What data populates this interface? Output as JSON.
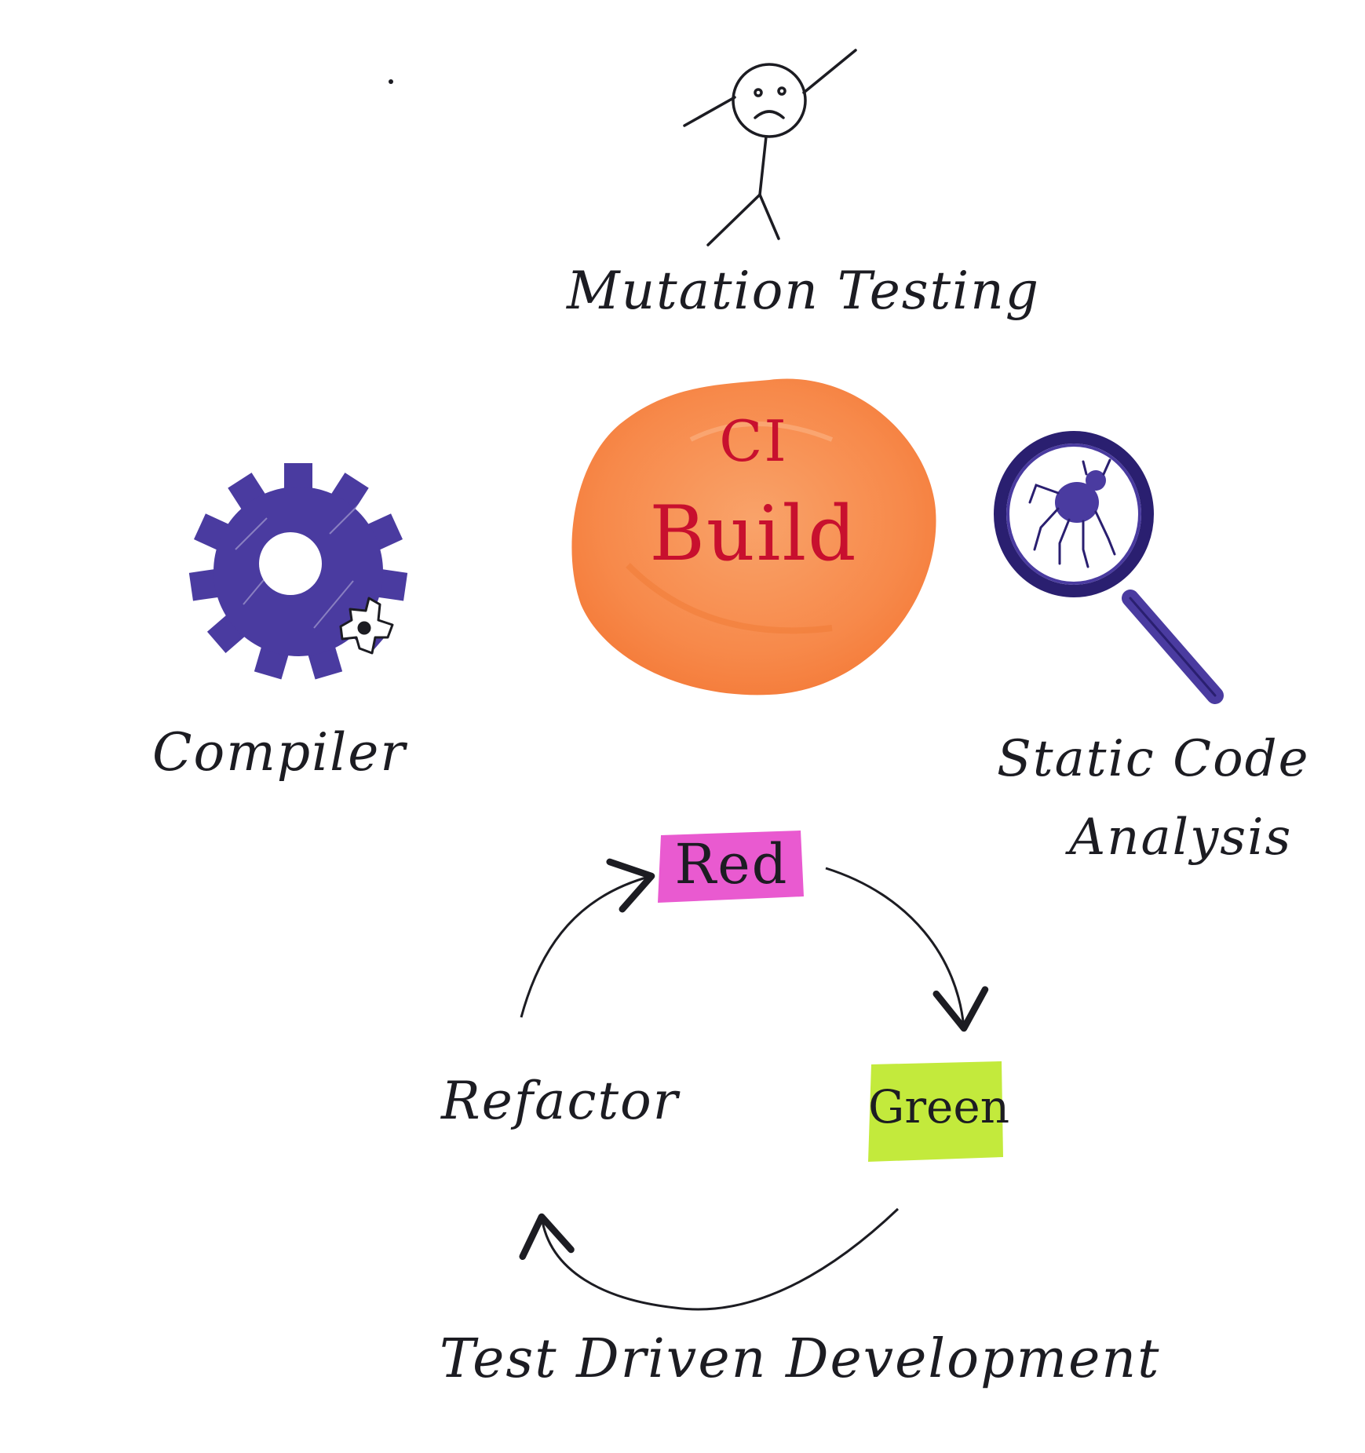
{
  "diagram": {
    "center": {
      "line1": "CI",
      "line2": "Build"
    },
    "mutation_testing": "Mutation Testing",
    "compiler": "Compiler",
    "static_code_analysis": {
      "line1": "Static Code",
      "line2": "Analysis"
    },
    "tdd": {
      "red": "Red",
      "green": "Green",
      "refactor": "Refactor",
      "caption": "Test Driven Development"
    }
  },
  "colors": {
    "ink": "#1c1c22",
    "build_blob": "#f7894a",
    "build_text": "#c8102e",
    "icon_purple": "#4a3ba0",
    "red_highlight": "#e95ad0",
    "green_highlight": "#c3ea3c"
  },
  "icons": [
    "stick-figure-icon",
    "gear-icon",
    "magnifier-bug-icon"
  ]
}
